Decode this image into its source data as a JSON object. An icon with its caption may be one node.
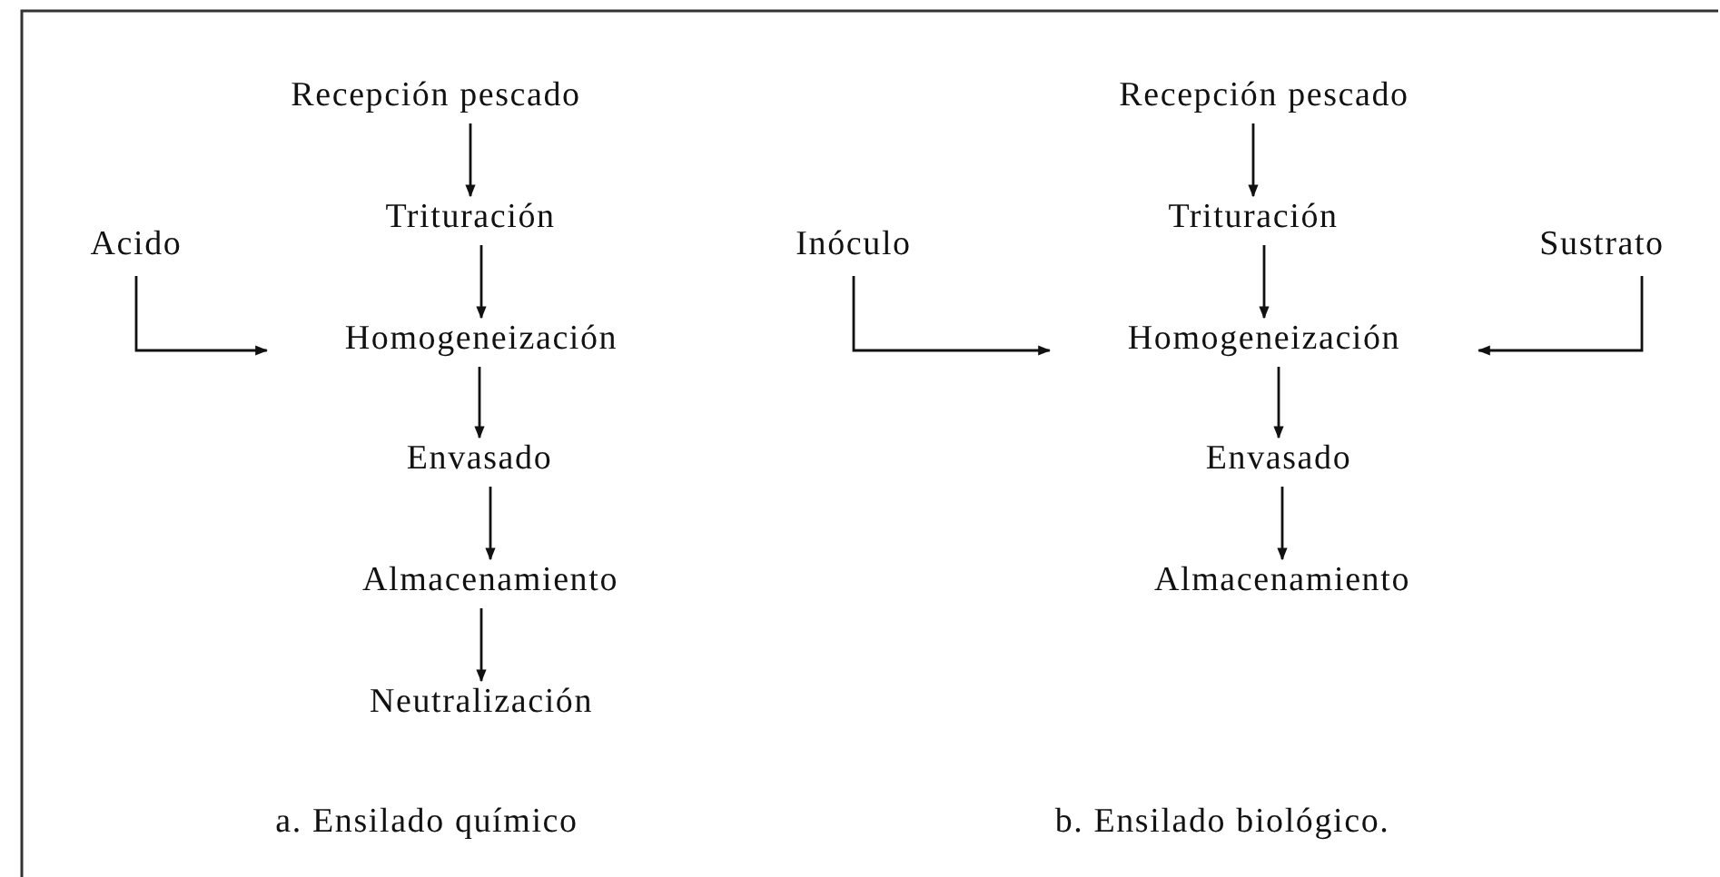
{
  "diagram": {
    "nodes": [
      {
        "text": [
          "Recepción pescado"
        ]
      },
      {
        "text": [
          "Trituración"
        ]
      },
      {
        "text": [
          "Homogeneización"
        ]
      },
      {
        "text": [
          "Envasado"
        ]
      },
      {
        "text": [
          "Almacenamiento"
        ]
      },
      {
        "text": [
          "Neutralización"
        ]
      },
      {
        "text": [
          "Acido"
        ]
      },
      {
        "text": [
          "Recepción pescado"
        ]
      },
      {
        "text": [
          "Trituración"
        ]
      },
      {
        "text": [
          "Homogeneización"
        ]
      },
      {
        "text": [
          "Envasado"
        ]
      },
      {
        "text": [
          "Almacenamiento"
        ]
      },
      {
        "text": [
          "Inóculo"
        ]
      },
      {
        "text": [
          "Sustrato"
        ]
      }
    ],
    "edges": [
      {
        "from": 0,
        "to": 1,
        "arrow": "to"
      },
      {
        "from": 1,
        "to": 2,
        "arrow": "to"
      },
      {
        "from": 2,
        "to": 3,
        "arrow": "to"
      },
      {
        "from": 3,
        "to": 4,
        "arrow": "to"
      },
      {
        "from": 4,
        "to": 5,
        "arrow": "to"
      },
      {
        "from": 6,
        "to": 2,
        "arrow": "to"
      },
      {
        "from": 7,
        "to": 8,
        "arrow": "to"
      },
      {
        "from": 8,
        "to": 9,
        "arrow": "to"
      },
      {
        "from": 9,
        "to": 10,
        "arrow": "to"
      },
      {
        "from": 10,
        "to": 11,
        "arrow": "to"
      },
      {
        "from": 12,
        "to": 9,
        "arrow": "to"
      },
      {
        "from": 13,
        "to": 9,
        "arrow": "to"
      }
    ],
    "labels": [
      "a. Ensilado químico",
      "b. Ensilado biológico."
    ]
  }
}
